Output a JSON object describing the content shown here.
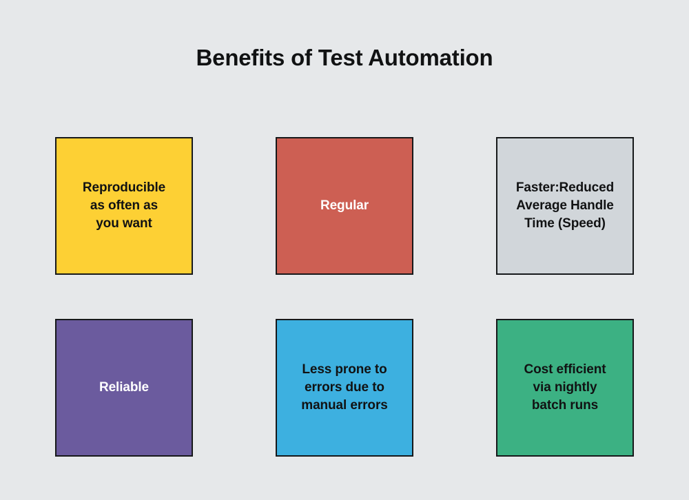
{
  "page": {
    "title": "Benefits of Test Automation",
    "background_color": "#e6e8ea",
    "title_color": "#111213"
  },
  "cards": [
    {
      "label": "Reproducible\nas often as\nyou want",
      "color": "#fdd034",
      "text_color": "#111213",
      "border_color": "#16181a"
    },
    {
      "label": "Regular",
      "color": "#cd5f53",
      "text_color": "#ffffff",
      "border_color": "#16181a"
    },
    {
      "label": "Faster:Reduced\nAverage Handle\nTime (Speed)",
      "color": "#d1d6da",
      "text_color": "#111213",
      "border_color": "#16181a"
    },
    {
      "label": "Reliable",
      "color": "#6b5b9e",
      "text_color": "#ffffff",
      "border_color": "#16181a"
    },
    {
      "label": "Less prone to\nerrors due to\nmanual errors",
      "color": "#3db0e0",
      "text_color": "#111213",
      "border_color": "#16181a"
    },
    {
      "label": "Cost efficient\nvia nightly\nbatch runs",
      "color": "#3cb183",
      "text_color": "#111213",
      "border_color": "#16181a"
    }
  ]
}
